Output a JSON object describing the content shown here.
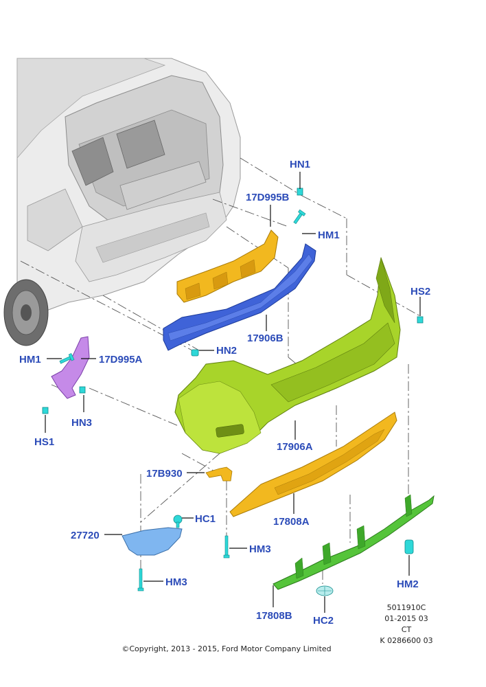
{
  "callouts": {
    "hn1": "HN1",
    "c17d995b": "17D995B",
    "hm1_top": "HM1",
    "hs2": "HS2",
    "hm1_left": "HM1",
    "c17d995a": "17D995A",
    "hn2": "HN2",
    "c17906b": "17906B",
    "hn3": "HN3",
    "hs1": "HS1",
    "c17906a": "17906A",
    "c17b930": "17B930",
    "hc1": "HC1",
    "c27720": "27720",
    "c17808a": "17808A",
    "hm3_mid": "HM3",
    "hm3_low": "HM3",
    "hm2": "HM2",
    "c17808b": "17808B",
    "hc2": "HC2"
  },
  "info_block": {
    "line1": "5011910C",
    "line2": "01-2015 03",
    "line3": "CT",
    "line4": "K 0286600 03"
  },
  "copyright": "©Copyright, 2013 - 2015, Ford Motor Company Limited",
  "colors": {
    "callout_text": "#2b4bb8",
    "bumper_cover": "#a8d42a",
    "reinforcement": "#3f63d8",
    "absorber": "#f2b81f",
    "bracket_left": "#c58ae8",
    "lower_bracket": "#55c43a",
    "reflector": "#7fb6f0",
    "fastener": "#2ed8d8",
    "car_body": "#e6e6e6"
  }
}
